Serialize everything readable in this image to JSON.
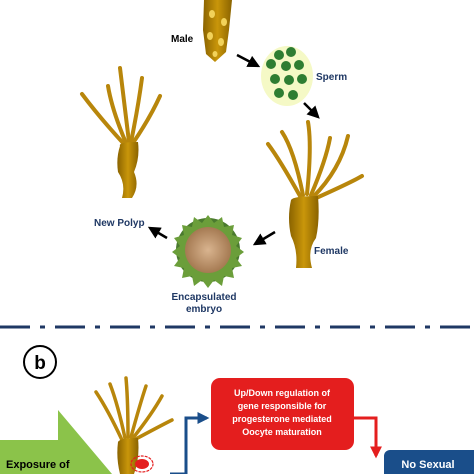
{
  "panel_a": {
    "labels": {
      "male": "Male",
      "sperm": "Sperm",
      "female": "Female",
      "new_polyp": "New Polyp",
      "embryo_line1": "Encapsulated",
      "embryo_line2": "embryo"
    }
  },
  "panel_b": {
    "badge": "b",
    "exposure": "Exposure of",
    "regulation_lines": [
      "Up/Down regulation of",
      "gene responsible for",
      "progesterone mediated",
      "Oocyte maturation"
    ],
    "outcome": "No Sexual"
  },
  "colors": {
    "polyp_body": "#a67c00",
    "polyp_light": "#d4a017",
    "sperm_green": "#2e7d32",
    "arrow": "#000000",
    "label_blue": "#1f3864",
    "divider_navy": "#1f3864",
    "regulation_box": "#e41e1e",
    "outcome_box": "#1a4e8a",
    "exposure_green": "#8bc34a",
    "flow_arrow_blue": "#1a4e8a",
    "flow_arrow_red": "#e41e1e"
  }
}
